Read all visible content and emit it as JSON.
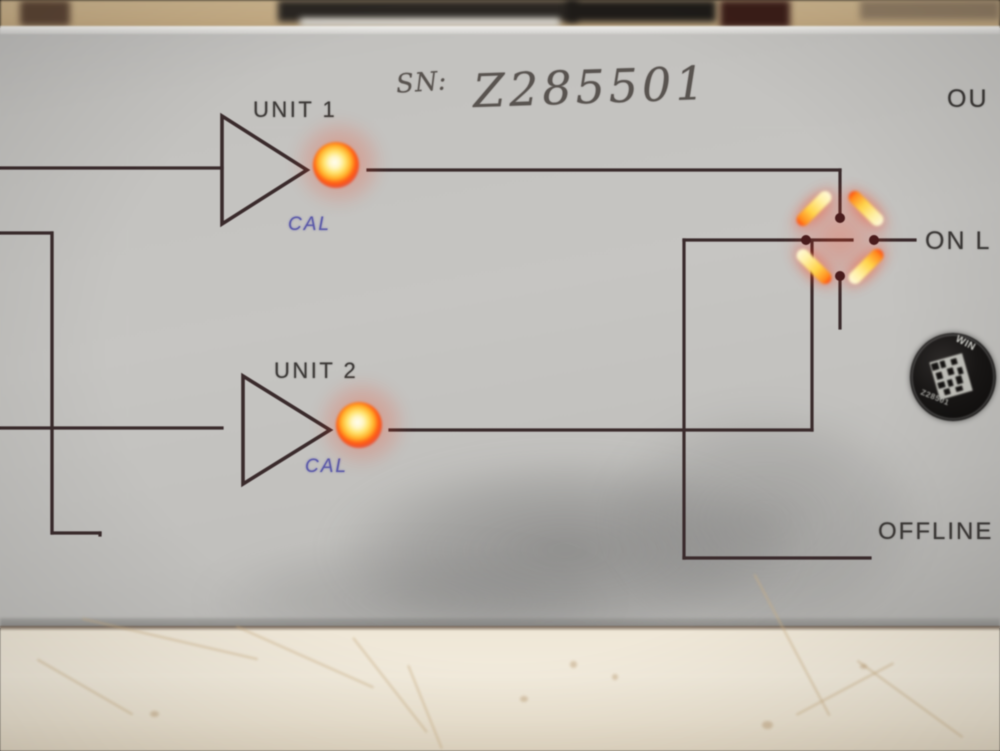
{
  "scene": {
    "description": "Close-up photo of an instrument front panel showing a mimic-diagram schematic with illuminated LED indicators",
    "panel_color": "#c4c3c0",
    "counter_color": "#efe7d7",
    "wall_color": "#c4ab84"
  },
  "panel": {
    "schematic_line_color": "#3a2b2c",
    "handwriting": {
      "prefix": "SN:",
      "serial": "Z285501",
      "ink_color": "#595450"
    },
    "channels": [
      {
        "id": "unit-1",
        "label": "UNIT 1",
        "sub_label": "CAL",
        "sub_label_color": "#5b5aa8",
        "amplifier_symbol": "triangle-buffer",
        "led": {
          "state": "on",
          "color": "#ffb02a",
          "core_color": "#fffdf0"
        }
      },
      {
        "id": "unit-2",
        "label": "UNIT 2",
        "sub_label": "CAL",
        "sub_label_color": "#5b5aa8",
        "amplifier_symbol": "triangle-buffer",
        "led": {
          "state": "on",
          "color": "#ffb02a",
          "core_color": "#fffdf0"
        }
      }
    ],
    "bridge": {
      "id": "bridge-indicator",
      "symbol": "diode-bridge-diamond",
      "segment_count": 4,
      "state": "on",
      "color": "#ff8a1e",
      "segments": [
        {
          "position": "top-left",
          "direction": "up-left"
        },
        {
          "position": "top-right",
          "direction": "up-right"
        },
        {
          "position": "bottom-left",
          "direction": "down-left"
        },
        {
          "position": "bottom-right",
          "direction": "down-right"
        }
      ]
    },
    "output_labels": [
      {
        "id": "output",
        "text": "OU",
        "note": "cropped at right edge of frame"
      },
      {
        "id": "online",
        "text": "ON L",
        "note": "cropped at right edge of frame"
      },
      {
        "id": "offline",
        "text": "OFFLINE",
        "note": "fully visible"
      }
    ],
    "sticker": {
      "id": "tamper-seal",
      "shape": "circle",
      "background": "#141211",
      "code_type": "data-matrix",
      "top_text": "WIN",
      "bottom_text": "Z28501"
    }
  }
}
